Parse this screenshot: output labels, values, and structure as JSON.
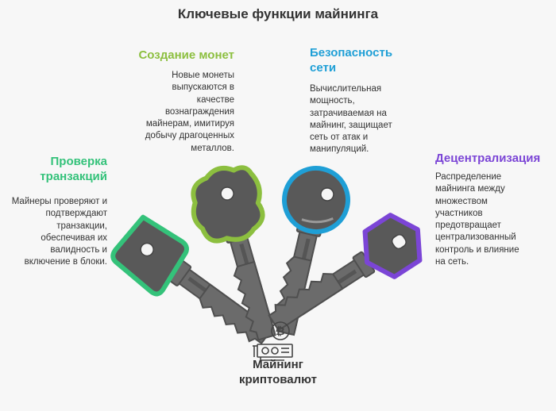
{
  "title": "Ключевые функции майнинга",
  "sections": {
    "creation": {
      "heading": "Создание монет",
      "text": [
        "Новые монеты",
        "выпускаются в",
        "качестве",
        "вознаграждения",
        "майнерам, имитируя",
        "добычу драгоценных",
        "металлов."
      ],
      "color": "#8cbf3f"
    },
    "security": {
      "heading": [
        "Безопасность",
        "сети"
      ],
      "text": [
        "Вычислительная",
        "мощность,",
        "затрачиваемая на",
        "майнинг, защищает",
        "сеть от атак и",
        "манипуляций."
      ],
      "color": "#1f9fd6"
    },
    "verification": {
      "heading": [
        "Проверка",
        "транзакций"
      ],
      "text": [
        "Майнеры проверяют и",
        "подтверждают",
        "транзакции,",
        "обеспечивая их",
        "валидность и",
        "включение в блоки."
      ],
      "color": "#34c27a"
    },
    "decentralization": {
      "heading": "Децентрализация",
      "text": [
        "Распределение",
        "майнинга между",
        "множеством",
        "участников",
        "предотвращает",
        "централизованный",
        "контроль и влияние",
        "на сеть."
      ],
      "color": "#7b45d6"
    }
  },
  "center": {
    "label": [
      "Майнинг",
      "криптовалют"
    ]
  },
  "icons": [
    "bitcoin-icon",
    "graphics-card-icon"
  ]
}
